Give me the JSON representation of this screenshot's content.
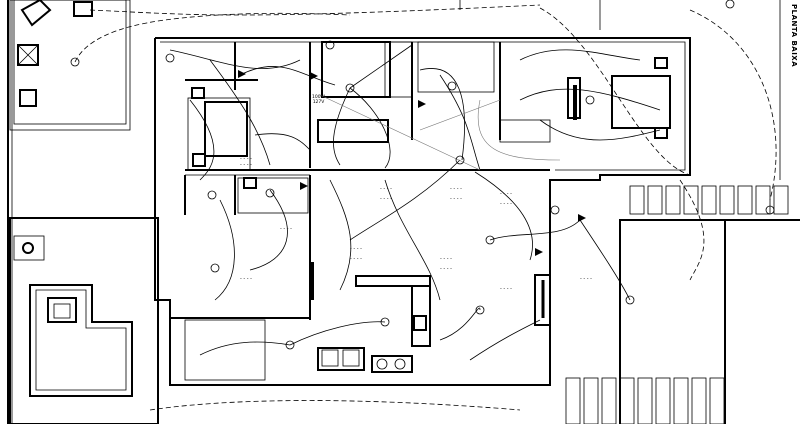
{
  "drawing": {
    "title": "PLANTA BAIXA",
    "fixture_note_power": "100W",
    "fixture_note_voltage": "127V"
  }
}
